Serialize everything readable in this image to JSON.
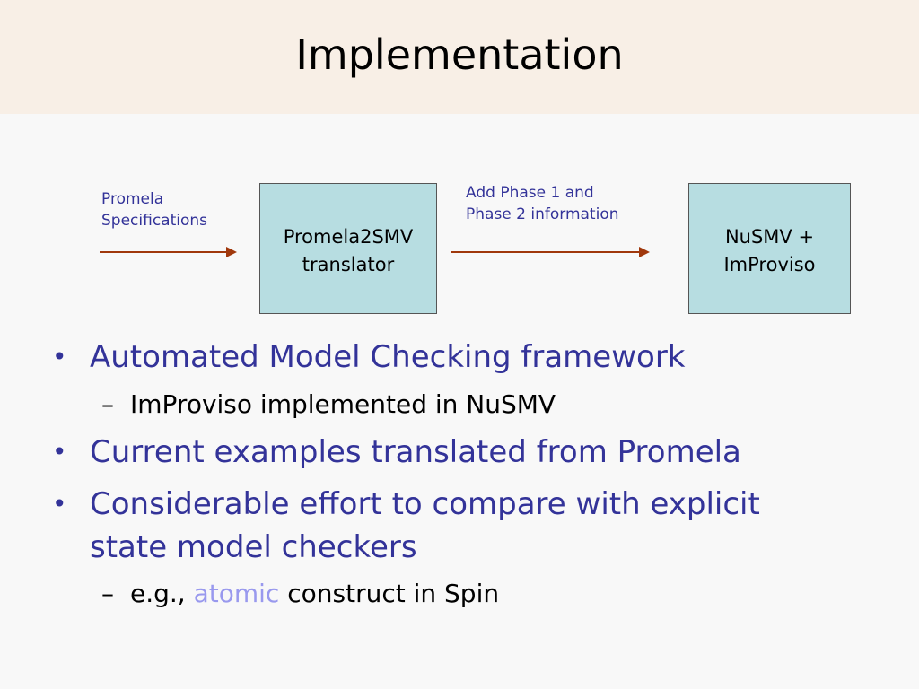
{
  "slide": {
    "title": "Implementation"
  },
  "diagram": {
    "input_label": [
      "Promela",
      "Specifications"
    ],
    "box1": [
      "Promela2SMV",
      "translator"
    ],
    "middle_label": [
      "Add Phase 1 and",
      "Phase 2 information"
    ],
    "box2": [
      "NuSMV +",
      "ImProviso"
    ],
    "arrow_color": "#a0380c"
  },
  "bullets": [
    {
      "text": "Automated Model Checking framework"
    },
    {
      "sub": "ImProviso implemented in NuSMV"
    },
    {
      "text": "Current examples translated from Promela"
    },
    {
      "text_line1": "Considerable effort to compare with explicit",
      "text_line2": "state model checkers"
    },
    {
      "sub_pre": "e.g., ",
      "sub_highlight": "atomic",
      "sub_post": " construct in Spin"
    }
  ],
  "colors": {
    "title_band": "#f8efe6",
    "bullet_text": "#333399",
    "box_fill": "#b7dde1",
    "highlight": "#9999ee"
  }
}
